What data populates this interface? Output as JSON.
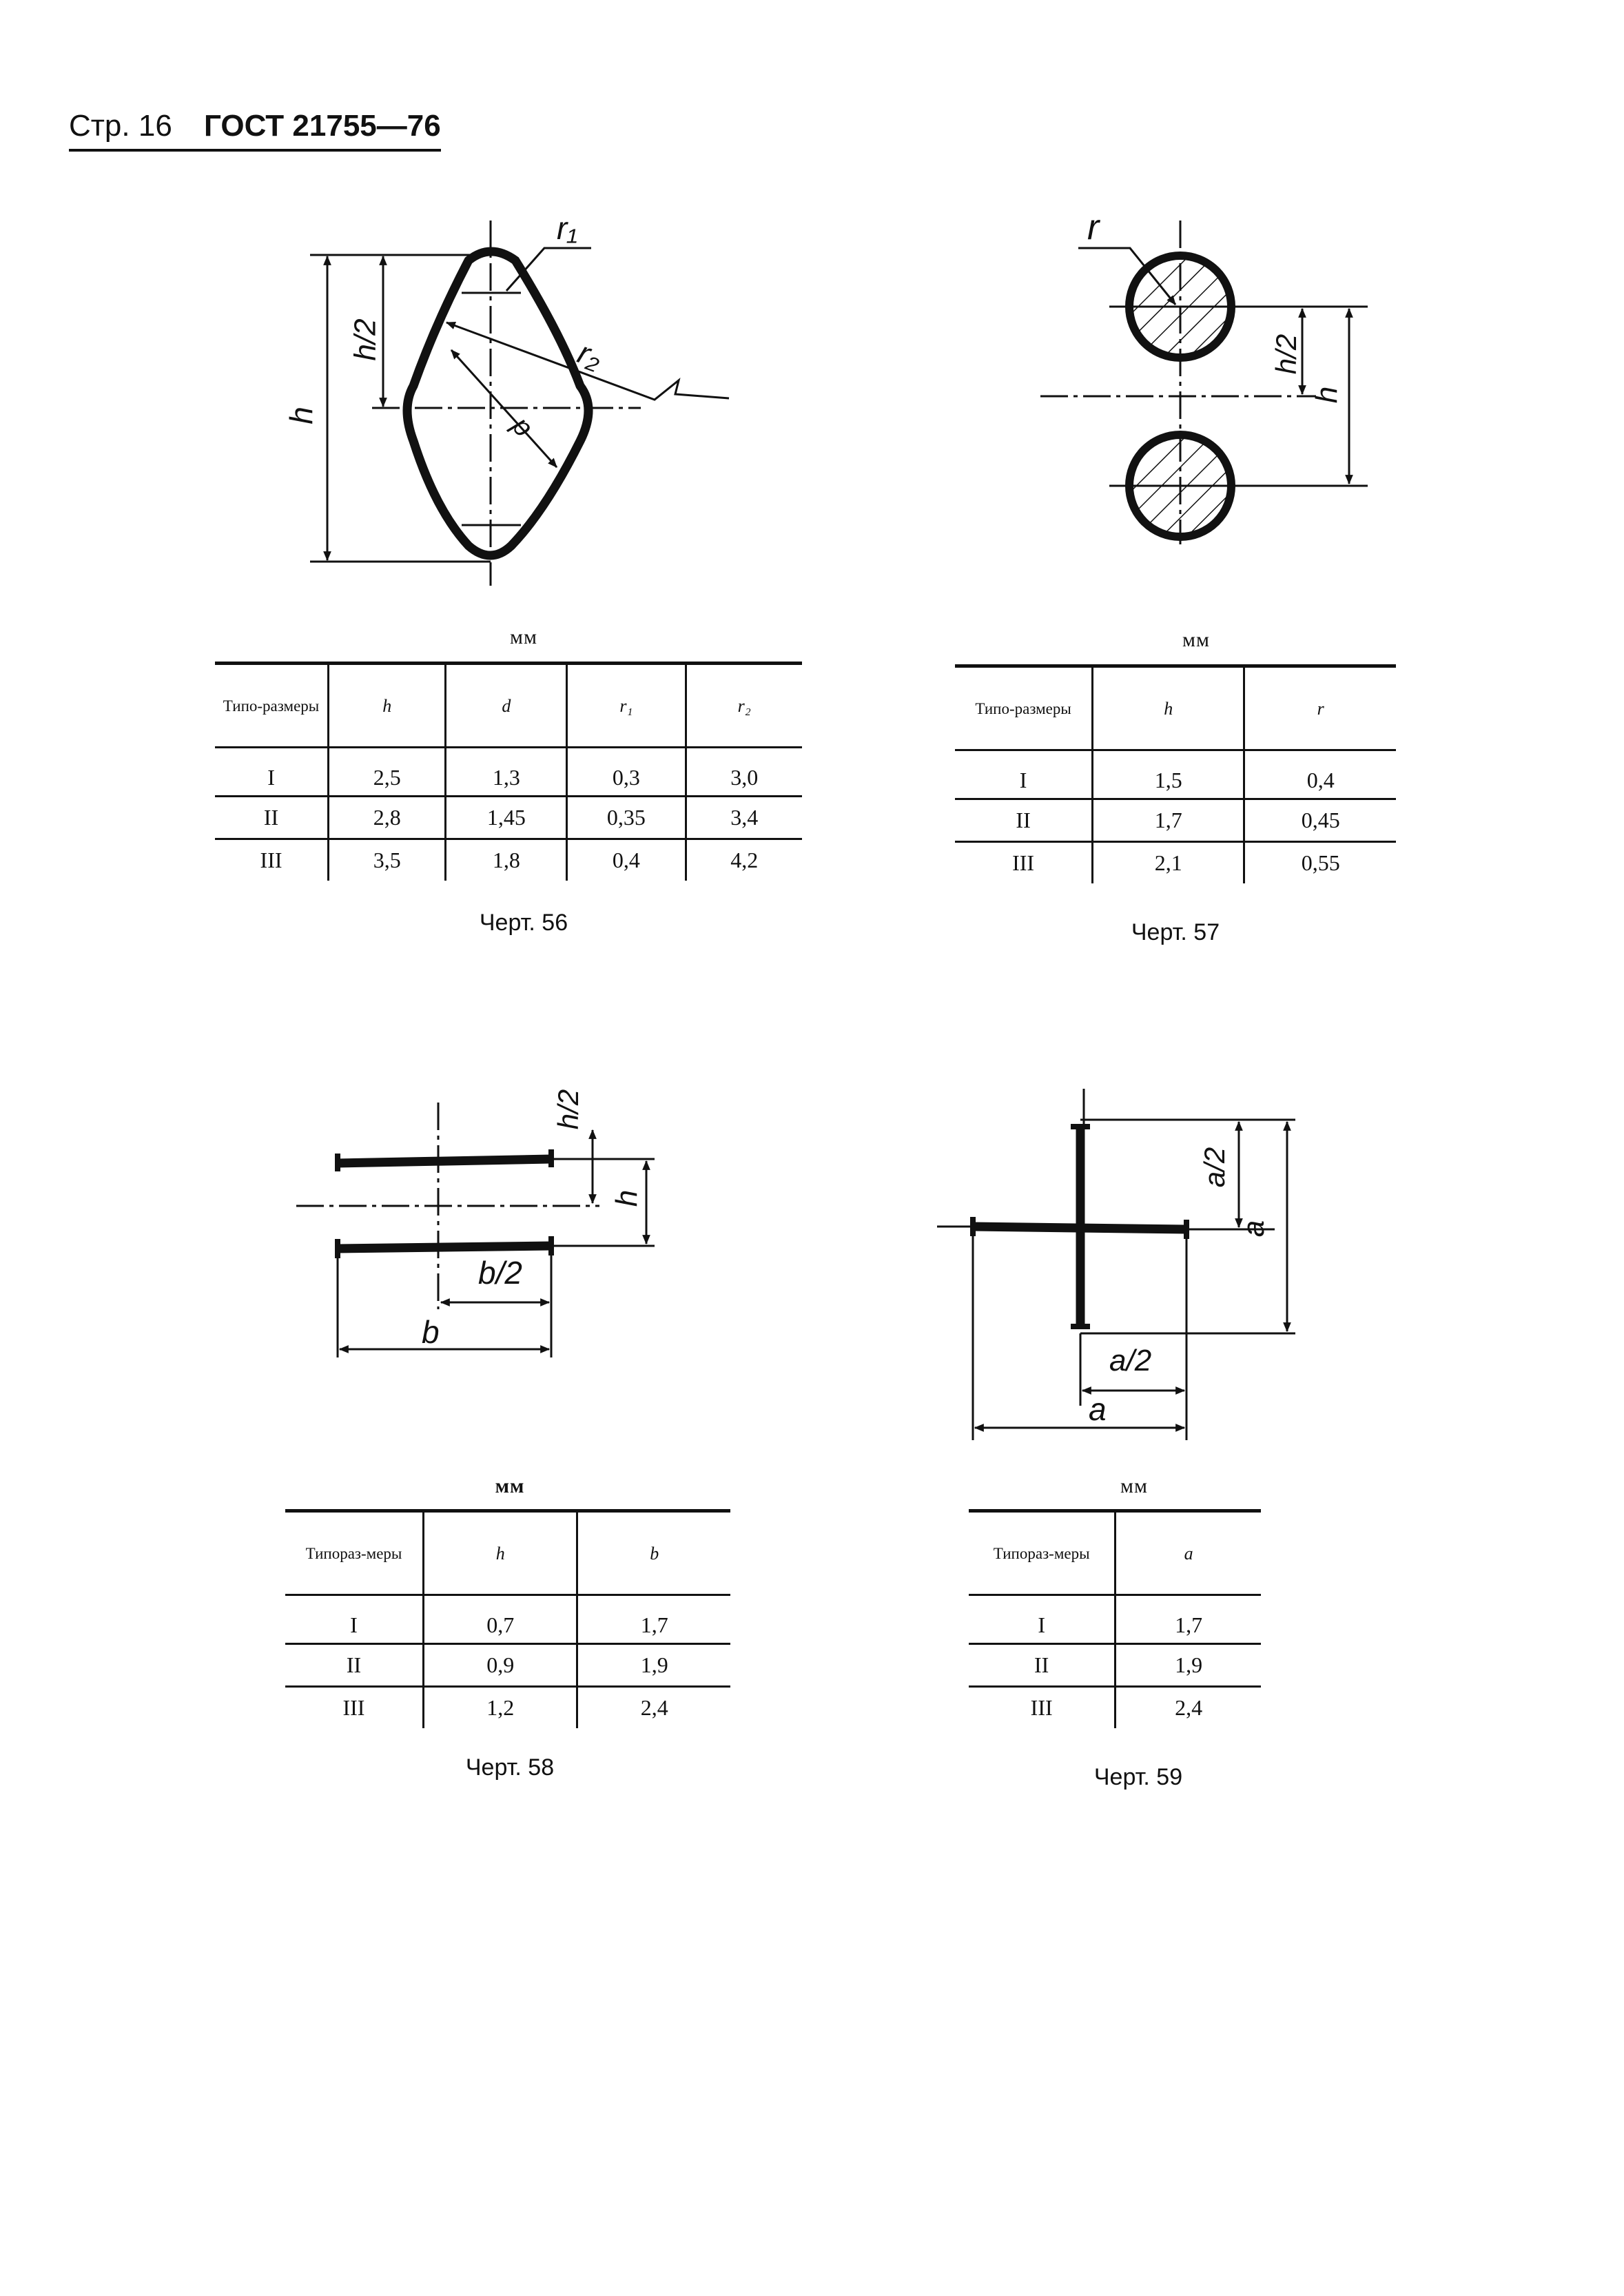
{
  "header": {
    "page": "Стр. 16",
    "standard": "ГОСТ 21755—76"
  },
  "figures": [
    {
      "caption": "Черт. 56",
      "unit": "мм",
      "labels": {
        "r1": "r₁",
        "r2": "r₂",
        "h_half": "h/2",
        "h": "h",
        "d": "d"
      },
      "table": {
        "columns": [
          "Типо-размеры",
          "h",
          "d",
          "r₁",
          "r₂"
        ],
        "rows": [
          [
            "I",
            "2,5",
            "1,3",
            "0,3",
            "3,0"
          ],
          [
            "II",
            "2,8",
            "1,45",
            "0,35",
            "3,4"
          ],
          [
            "III",
            "3,5",
            "1,8",
            "0,4",
            "4,2"
          ]
        ]
      }
    },
    {
      "caption": "Черт. 57",
      "unit": "мм",
      "labels": {
        "r": "r",
        "h_half": "h/2",
        "h": "h"
      },
      "table": {
        "columns": [
          "Типо-размеры",
          "h",
          "r"
        ],
        "rows": [
          [
            "I",
            "1,5",
            "0,4"
          ],
          [
            "II",
            "1,7",
            "0,45"
          ],
          [
            "III",
            "2,1",
            "0,55"
          ]
        ]
      }
    },
    {
      "caption": "Черт. 58",
      "unit": "мм",
      "labels": {
        "h_half": "h/2",
        "h": "h",
        "b_half": "b/2",
        "b": "b"
      },
      "table": {
        "columns": [
          "Типораз-меры",
          "h",
          "b"
        ],
        "rows": [
          [
            "I",
            "0,7",
            "1,7"
          ],
          [
            "II",
            "0,9",
            "1,9"
          ],
          [
            "III",
            "1,2",
            "2,4"
          ]
        ]
      }
    },
    {
      "caption": "Черт. 59",
      "unit": "мм",
      "labels": {
        "a_half_v": "a/2",
        "a_v": "a",
        "a_half_h": "a/2",
        "a_h": "a"
      },
      "table": {
        "columns": [
          "Типораз-меры",
          "a"
        ],
        "rows": [
          [
            "I",
            "1,7"
          ],
          [
            "II",
            "1,9"
          ],
          [
            "III",
            "2,4"
          ]
        ]
      }
    }
  ]
}
